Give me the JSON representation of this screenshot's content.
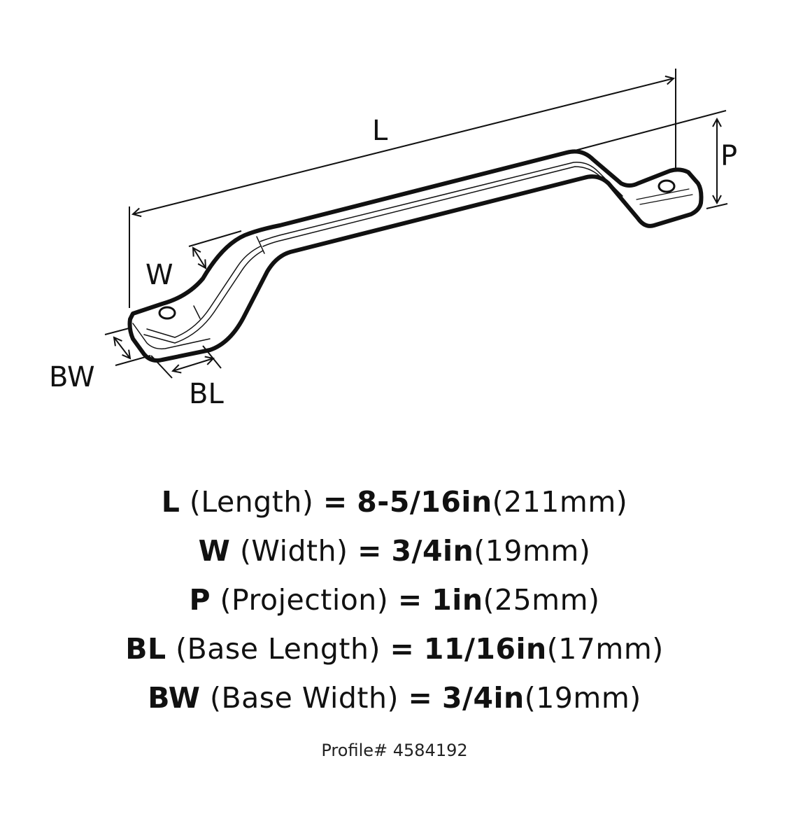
{
  "labels": {
    "L": "L",
    "P": "P",
    "W": "W",
    "BW": "BW",
    "BL": "BL"
  },
  "specs": [
    {
      "key": "L",
      "name": "(Length)",
      "eq": "=",
      "imperial": "8-5/16in",
      "metric": "(211mm)"
    },
    {
      "key": "W",
      "name": "(Width)",
      "eq": "=",
      "imperial": "3/4in",
      "metric": "(19mm)"
    },
    {
      "key": "P",
      "name": "(Projection)",
      "eq": "=",
      "imperial": "1in",
      "metric": "(25mm)"
    },
    {
      "key": "BL",
      "name": "(Base Length)",
      "eq": "=",
      "imperial": "11/16in",
      "metric": "(17mm)"
    },
    {
      "key": "BW",
      "name": "(Base Width)",
      "eq": "=",
      "imperial": "3/4in",
      "metric": "(19mm)"
    }
  ],
  "profile": "Profile# 4584192"
}
